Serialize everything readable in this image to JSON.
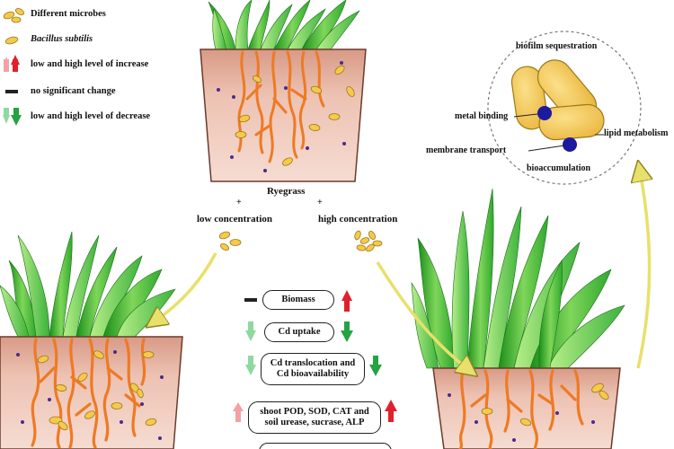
{
  "legend": {
    "microbes": "Different microbes",
    "bacillus": "Bacillus subtilis",
    "increase": "low and high level of increase",
    "no_change": "no significant change",
    "decrease": "low and high level of decrease"
  },
  "center": {
    "ryegrass": "Ryegrass",
    "plus": "+",
    "low_concentration": "low concentration",
    "high_concentration": "high concentration"
  },
  "mechanisms": {
    "biofilm": "biofilm sequestration",
    "metal_binding": "metal binding",
    "lipid_metabolism": "lipid metabolism",
    "membrane_transport": "membrane transport",
    "bioaccumulation": "bioaccumulation"
  },
  "effects": [
    {
      "label": "Biomass",
      "left": "no-change",
      "right": "increase"
    },
    {
      "label": "Cd uptake",
      "left": "decrease-low",
      "right": "decrease-high"
    },
    {
      "label": "Cd translocation and Cd bioavailability",
      "left": "decrease-low",
      "right": "decrease-high"
    },
    {
      "label": "shoot POD, SOD, CAT and soil urease, sucrase, ALP",
      "left": "increase-low",
      "right": "increase-high"
    }
  ],
  "colors": {
    "leaf_dark": "#1f9a1f",
    "leaf_light": "#9be36b",
    "soil": "#e7b3a0",
    "root": "#ee7a24",
    "bacillus": "#f6c94a",
    "increase_high": "#e0212b",
    "increase_low": "#f2a1a5",
    "decrease_high": "#25a244",
    "decrease_low": "#8fd89f",
    "arrow": "#e8e06a"
  }
}
